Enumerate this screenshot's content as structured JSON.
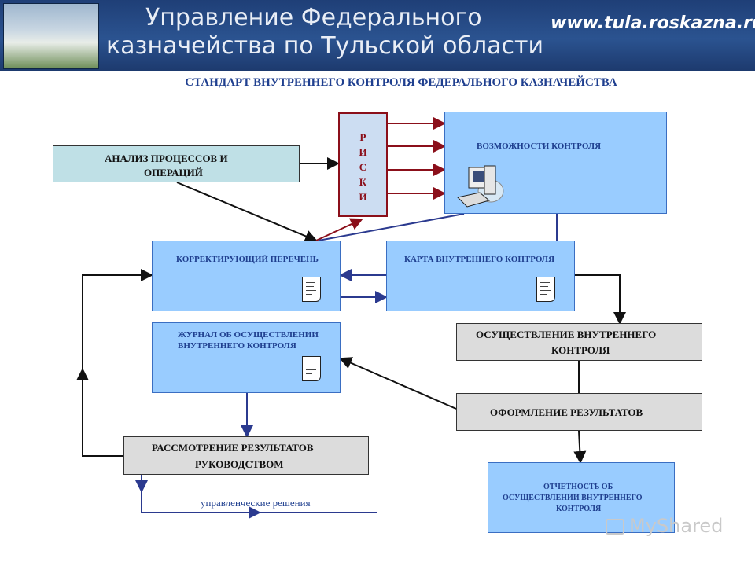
{
  "header": {
    "title_line1": "Управление Федерального",
    "title_line2": "казначейства по Тульской области",
    "url": "www.tula.roskazna.ru"
  },
  "diagram_title": "СТАНДАРТ ВНУТРЕННЕГО КОНТРОЛЯ ФЕДЕРАЛЬНОГО КАЗНАЧЕЙСТВА",
  "nodes": {
    "analysis_line1": "АНАЛИЗ ПРОЦЕССОВ И",
    "analysis_line2": "ОПЕРАЦИЙ",
    "risks_letters": [
      "Р",
      "И",
      "С",
      "К",
      "И"
    ],
    "control_capabilities": "ВОЗМОЖНОСТИ КОНТРОЛЯ",
    "corrective_list": "КОРРЕКТИРУЮЩИЙ ПЕРЕЧЕНЬ",
    "control_map": "КАРТА ВНУТРЕННЕГО КОНТРОЛЯ",
    "journal_line1": "ЖУРНАЛ ОБ ОСУЩЕСТВЛЕНИИ",
    "journal_line2": "ВНУТРЕННЕГО КОНТРОЛЯ",
    "implementation_line1": "ОСУЩЕСТВЛЕНИЕ ВНУТРЕННЕГО",
    "implementation_line2": "КОНТРОЛЯ",
    "results_formatting": "ОФОРМЛЕНИЕ РЕЗУЛЬТАТОВ",
    "review_line1": "РАССМОТРЕНИЕ РЕЗУЛЬТАТОВ",
    "review_line2": "РУКОВОДСТВОМ",
    "report_line1": "ОТЧЕТНОСТЬ ОБ",
    "report_line2": "ОСУЩЕСТВЛЕНИИ ВНУТРЕННЕГО",
    "report_line3": "КОНТРОЛЯ"
  },
  "management_decisions": "управленческие решения",
  "watermark": "MyShared",
  "icons": [
    "computer-icon",
    "document-icon",
    "mail-icon"
  ]
}
